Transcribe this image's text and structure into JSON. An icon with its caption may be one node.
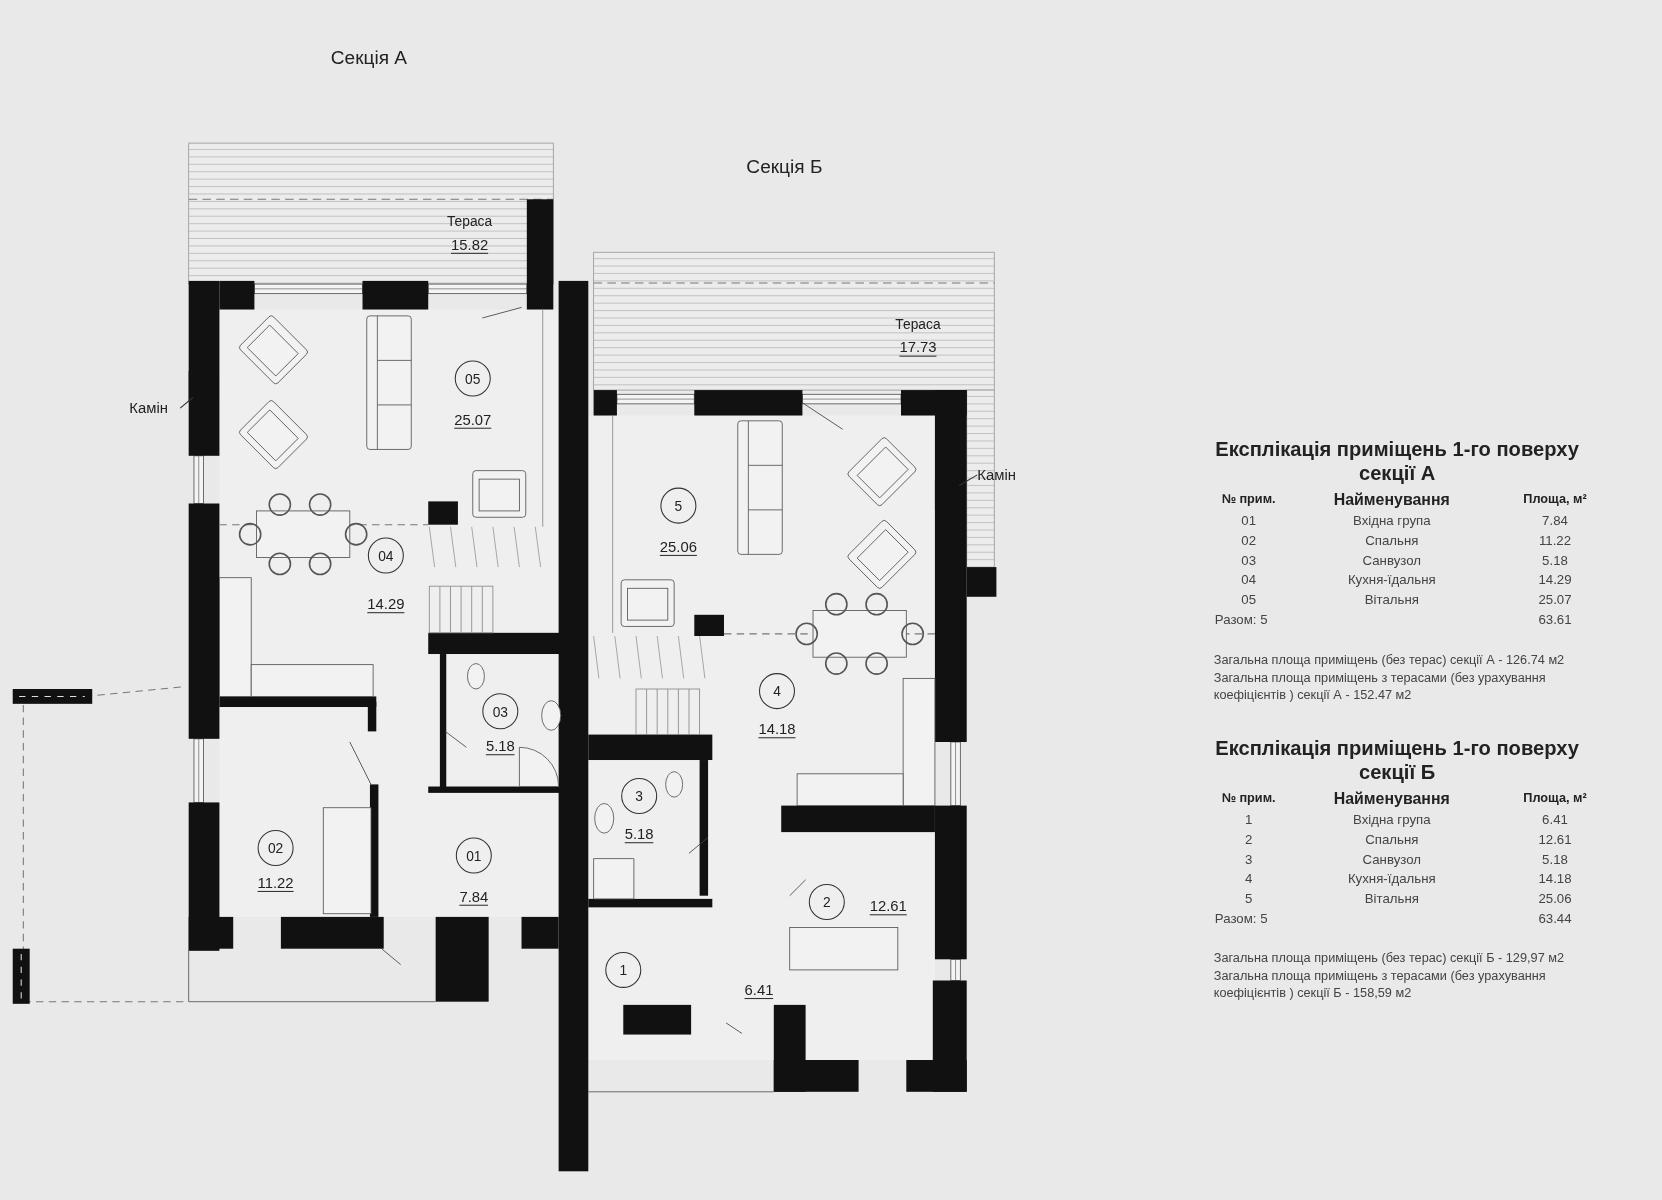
{
  "diagram": {
    "nodes": [
      {
        "text": [
          "05"
        ],
        "beside": [
          "25.07"
        ]
      },
      {
        "text": [
          "04"
        ],
        "beside": [
          "14.29"
        ]
      },
      {
        "text": [
          "03"
        ],
        "beside": [
          "5.18"
        ]
      },
      {
        "text": [
          "02"
        ],
        "beside": [
          "11.22"
        ]
      },
      {
        "text": [
          "01"
        ],
        "beside": [
          "7.84"
        ]
      },
      {
        "text": [
          "5"
        ],
        "beside": [
          "25.06"
        ]
      },
      {
        "text": [
          "4"
        ],
        "beside": [
          "14.18"
        ]
      },
      {
        "text": [
          "3"
        ],
        "beside": [
          "5.18"
        ]
      },
      {
        "text": [
          "2"
        ],
        "beside": [
          "12.61"
        ]
      },
      {
        "text": [
          "1"
        ]
      },
      {
        "text": [
          "Камін"
        ]
      },
      {
        "text": [
          "Камін"
        ]
      }
    ],
    "edges": [
      {
        "from": 10,
        "to": null,
        "arrow": "none"
      },
      {
        "from": 11,
        "to": null,
        "arrow": "none"
      }
    ],
    "labels": [
      "Секція А",
      "Тераса",
      "15.82",
      "Секція Б",
      "Тераса",
      "17.73",
      "Експлікація приміщень 1-го поверху секції А",
      "№ прим.",
      "Найменування",
      "Площа, м²",
      "01",
      "Вхідна група",
      "7.84",
      "02",
      "Спальня",
      "11.22",
      "03",
      "Санвузол",
      "5.18",
      "04",
      "Кухня-їдальня",
      "14.29",
      "05",
      "Вітальня",
      "25.07",
      "Разом: 5",
      "63.61",
      "Загальна площа приміщень (без терас) секції А - 126.74 м2",
      "Загальна площа приміщень з терасами (без урахування коефіцієнтів ) секції А - 152.47 м2",
      "Експлікація приміщень 1-го поверху секції Б",
      "№ прим.",
      "Найменування",
      "Площа, м²",
      "1",
      "Вхідна група",
      "6.41",
      "2",
      "Спальня",
      "12.61",
      "3",
      "Санвузол",
      "5.18",
      "4",
      "Кухня-їдальня",
      "14.18",
      "5",
      "Вітальня",
      "25.06",
      "Разом: 5",
      "63.44",
      "Загальна площа приміщень (без терас) секції Б - 129,97 м2",
      "Загальна площа приміщень з терасами (без урахування коефіцієнтів ) секції Б - 158,59 м2",
      "6.41"
    ]
  }
}
